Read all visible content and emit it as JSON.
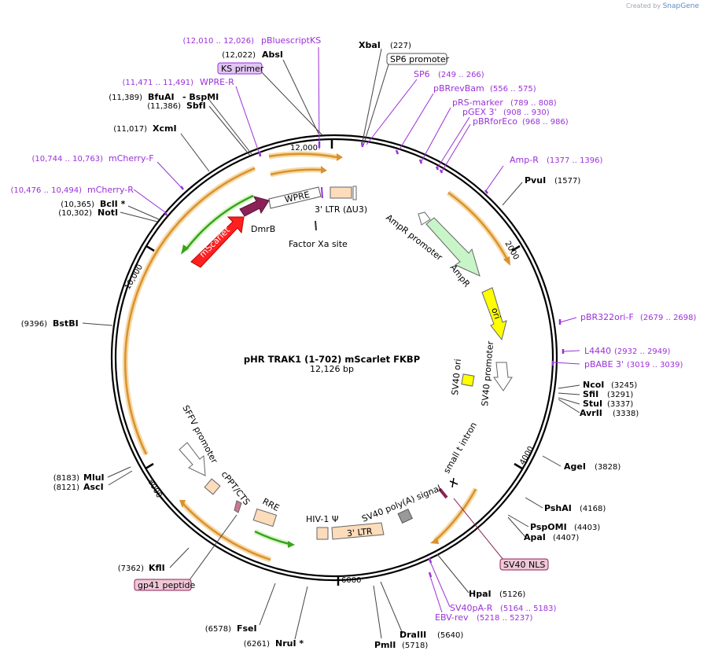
{
  "credit": {
    "prefix": "Created by",
    "brand": "SnapGene"
  },
  "plasmid": {
    "name": "pHR TRAK1 (1-702) mScarlet FKBP",
    "length": "12,126 bp",
    "ticks": [
      "12,000",
      "2000",
      "4000",
      "6000",
      "8000",
      "10,000"
    ]
  },
  "sites_left": [
    {
      "pos": "(12,010 .. 12,026)",
      "name": "pBluescriptKS",
      "kind": "primer"
    },
    {
      "pos": "(12,022)",
      "name": "AbsI",
      "kind": "enzyme"
    },
    {
      "pos": "",
      "name": "KS primer",
      "kind": "badge"
    },
    {
      "pos": "(11,471 .. 11,491)",
      "name": "WPRE-R",
      "kind": "primer"
    },
    {
      "pos": "(11,389)",
      "name": "BfuAI",
      "kind": "enzyme"
    },
    {
      "pos": "",
      "name": "BspMI",
      "kind": "enzyme"
    },
    {
      "pos": "(11,386)",
      "name": "SbfI",
      "kind": "enzyme"
    },
    {
      "pos": "(11,017)",
      "name": "XcmI",
      "kind": "enzyme"
    },
    {
      "pos": "(10,744 .. 10,763)",
      "name": "mCherry-F",
      "kind": "primer"
    },
    {
      "pos": "(10,476 .. 10,494)",
      "name": "mCherry-R",
      "kind": "primer"
    },
    {
      "pos": "(10,365)",
      "name": "BclI *",
      "kind": "enzyme"
    },
    {
      "pos": "(10,302)",
      "name": "NotI",
      "kind": "enzyme"
    },
    {
      "pos": "(9396)",
      "name": "BstBI",
      "kind": "enzyme"
    },
    {
      "pos": "(8183)",
      "name": "MluI",
      "kind": "enzyme"
    },
    {
      "pos": "(8121)",
      "name": "AscI",
      "kind": "enzyme"
    },
    {
      "pos": "(7362)",
      "name": "KflI",
      "kind": "enzyme"
    },
    {
      "pos": "",
      "name": "gp41 peptide",
      "kind": "badge"
    },
    {
      "pos": "(6578)",
      "name": "FseI",
      "kind": "enzyme"
    },
    {
      "pos": "(6261)",
      "name": "NruI *",
      "kind": "enzyme"
    }
  ],
  "sites_right": [
    {
      "pos": "(227)",
      "name": "XbaI",
      "kind": "enzyme"
    },
    {
      "pos": "",
      "name": "SP6 promoter",
      "kind": "badge"
    },
    {
      "pos": "(249 .. 266)",
      "name": "SP6",
      "kind": "primer"
    },
    {
      "pos": "(556 .. 575)",
      "name": "pBRrevBam",
      "kind": "primer"
    },
    {
      "pos": "(789 .. 808)",
      "name": "pRS-marker",
      "kind": "primer"
    },
    {
      "pos": "(908 .. 930)",
      "name": "pGEX 3'",
      "kind": "primer"
    },
    {
      "pos": "(968 .. 986)",
      "name": "pBRforEco",
      "kind": "primer"
    },
    {
      "pos": "(1377 .. 1396)",
      "name": "Amp-R",
      "kind": "primer"
    },
    {
      "pos": "(1577)",
      "name": "PvuI",
      "kind": "enzyme"
    },
    {
      "pos": "(2679 .. 2698)",
      "name": "pBR322ori-F",
      "kind": "primer"
    },
    {
      "pos": "(2932 .. 2949)",
      "name": "L4440",
      "kind": "primer"
    },
    {
      "pos": "(3019 .. 3039)",
      "name": "pBABE 3'",
      "kind": "primer"
    },
    {
      "pos": "(3245)",
      "name": "NcoI",
      "kind": "enzyme"
    },
    {
      "pos": "(3291)",
      "name": "SfiI",
      "kind": "enzyme"
    },
    {
      "pos": "(3337)",
      "name": "StuI",
      "kind": "enzyme"
    },
    {
      "pos": "(3338)",
      "name": "AvrII",
      "kind": "enzyme"
    },
    {
      "pos": "(3828)",
      "name": "AgeI",
      "kind": "enzyme"
    },
    {
      "pos": "(4168)",
      "name": "PshAI",
      "kind": "enzyme"
    },
    {
      "pos": "(4403)",
      "name": "PspOMI",
      "kind": "enzyme"
    },
    {
      "pos": "(4407)",
      "name": "ApaI",
      "kind": "enzyme"
    },
    {
      "pos": "",
      "name": "SV40 NLS",
      "kind": "badge"
    },
    {
      "pos": "(5126)",
      "name": "HpaI",
      "kind": "enzyme"
    },
    {
      "pos": "(5164 .. 5183)",
      "name": "SV40pA-R",
      "kind": "primer"
    },
    {
      "pos": "(5218 .. 5237)",
      "name": "EBV-rev",
      "kind": "primer"
    },
    {
      "pos": "(5640)",
      "name": "DraIII",
      "kind": "enzyme"
    },
    {
      "pos": "(5718)",
      "name": "PmlI",
      "kind": "enzyme"
    }
  ],
  "features": {
    "wpre": "WPRE",
    "ltr3": "3' LTR (ΔU3)",
    "dmrb": "DmrB",
    "mscarlet": "mScarlet",
    "factor_xa": "Factor Xa site",
    "ampr_promoter": "AmpR promoter",
    "ampr": "AmpR",
    "ori": "ori",
    "sv40_ori": "SV40 ori",
    "sv40_promoter": "SV40 promoter",
    "small_t_intron": "small t intron",
    "sv40_polya": "SV40 poly(A) signal",
    "ltr3b": "3' LTR",
    "hiv_psi": "HIV-1 Ψ",
    "rre": "RRE",
    "cppt": "cPPT/CTS",
    "sffv": "SFFV promoter"
  },
  "colors": {
    "enzyme_text": "#000000",
    "primer_text": "#9b30d9",
    "orange_arc": "#d9922e",
    "green_arc": "#3aa31f",
    "mscarlet": "#ff0000",
    "dmrb": "#8b2257",
    "ampr": "#c8f5c8",
    "ori": "#ffff00",
    "ltr": "#fcdcba",
    "badge_pink": "#f0c8d8",
    "badge_purple": "#e2c4f5"
  }
}
